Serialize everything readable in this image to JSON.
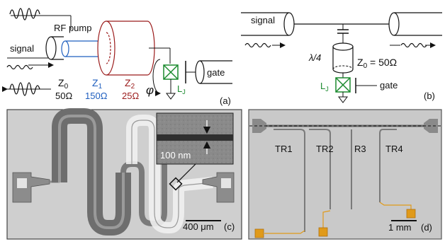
{
  "panel_a": {
    "rf_pump": "RF pump",
    "signal": "signal",
    "gate": "gate",
    "z0": "Z",
    "z0_sub": "0",
    "z0_val": "50Ω",
    "z1": "Z",
    "z1_sub": "1",
    "z1_val": "150Ω",
    "z2": "Z",
    "z2_sub": "2",
    "z2_val": "25Ω",
    "phi": "φ",
    "lj": "L",
    "lj_sub": "J",
    "tag": "(a)"
  },
  "panel_b": {
    "signal": "signal",
    "lambda": "λ/4",
    "z0": "Z",
    "z0_sub": "0",
    "z0_eq": " = 50Ω",
    "lj": "L",
    "lj_sub": "J",
    "gate": "gate",
    "tag": "(b)"
  },
  "panel_c": {
    "inset_scale": "100 nm",
    "scale": "400 μm",
    "tag": "(c)"
  },
  "panel_d": {
    "labels": [
      "TR1",
      "TR2",
      "R3",
      "TR4"
    ],
    "scale": "1 mm",
    "tag": "(d)"
  },
  "colors": {
    "z1_blue": "#1f5fbf",
    "z2_red": "#9b1b1b",
    "lj_green": "#1b8a2e",
    "pad_orange": "#e09a1a"
  }
}
